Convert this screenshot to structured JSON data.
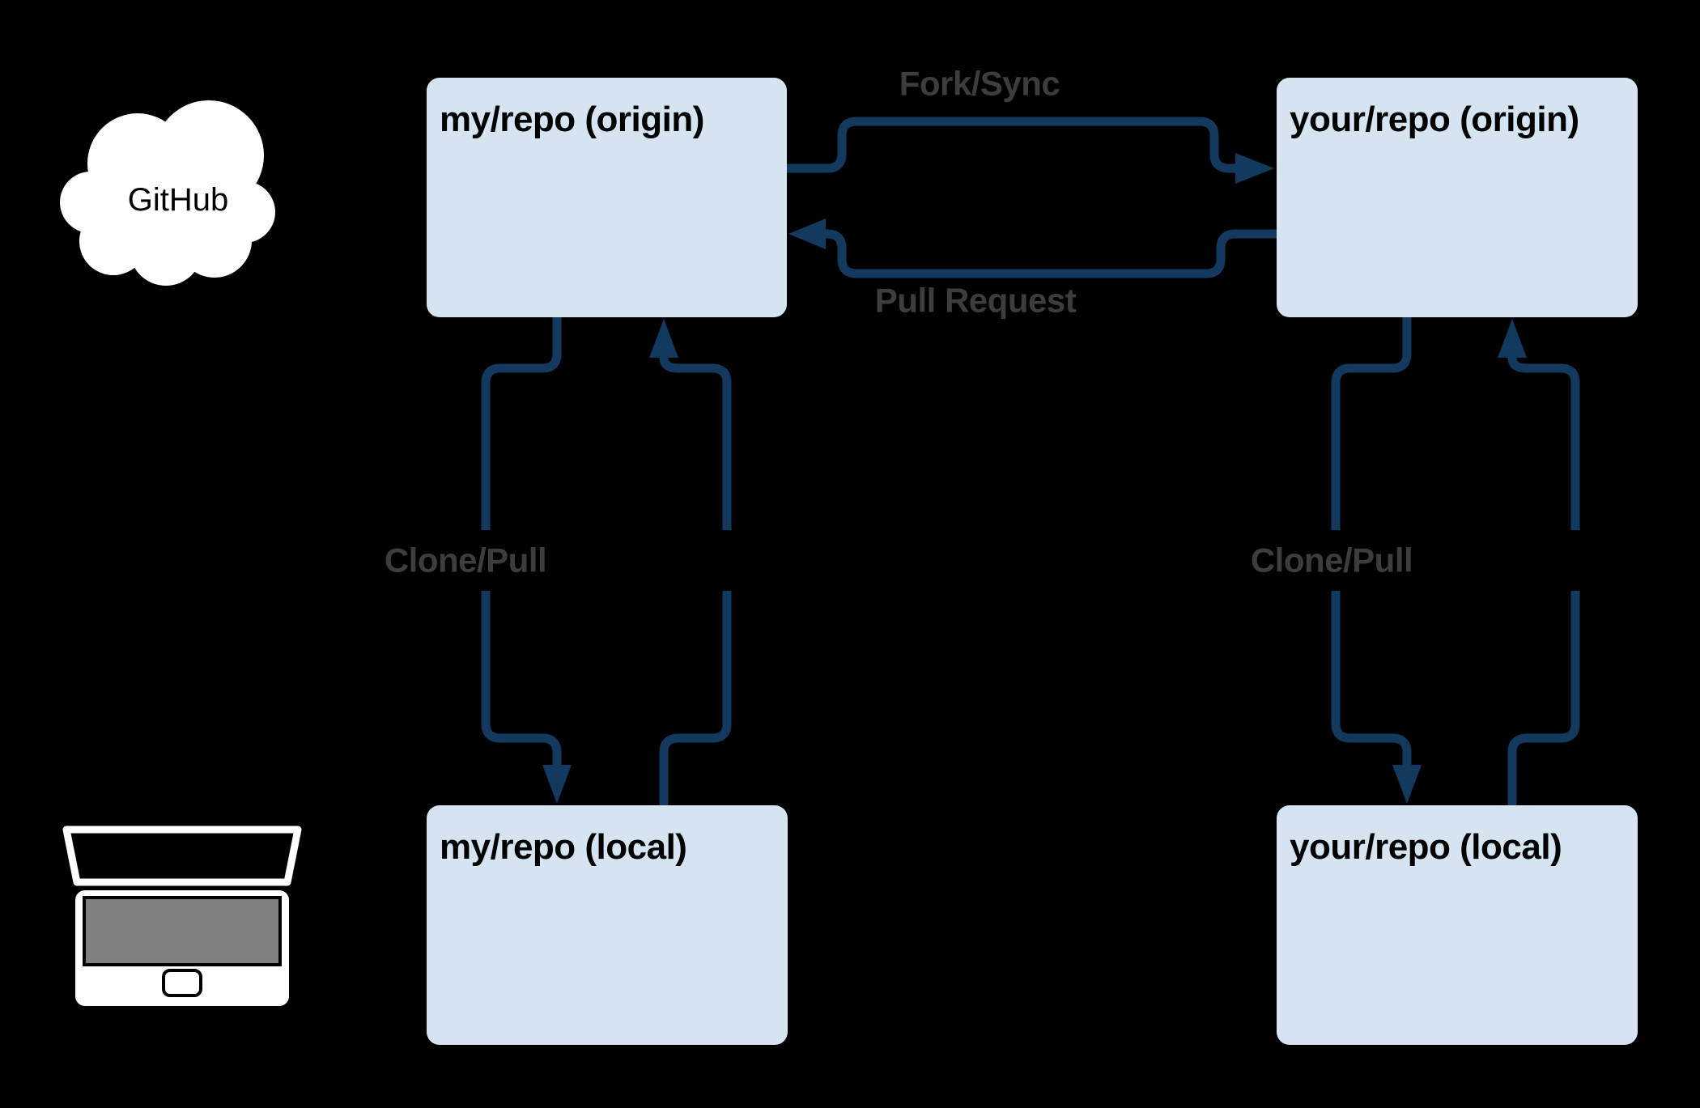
{
  "diagram": {
    "title_hint": "GitHub fork and clone workflow diagram",
    "cloud": {
      "label": "GitHub"
    },
    "nodes": [
      {
        "id": "my-repo-origin",
        "label": "my/repo (origin)"
      },
      {
        "id": "your-repo-origin",
        "label": "your/repo (origin)"
      },
      {
        "id": "my-repo-local",
        "label": "my/repo (local)"
      },
      {
        "id": "your-repo-local",
        "label": "your/repo (local)"
      }
    ],
    "edges": [
      {
        "id": "fork-sync",
        "label": "Fork/Sync"
      },
      {
        "id": "pull-request",
        "label": "Pull Request"
      },
      {
        "id": "clone-pull-left",
        "label": "Clone/Pull"
      },
      {
        "id": "clone-pull-right",
        "label": "Clone/Pull"
      }
    ],
    "colors": {
      "background": "#000000",
      "node_fill": "#d6e4f2",
      "node_text": "#000000",
      "arrow": "#14395e",
      "edge_label": "#3d3d3d",
      "cloud_fill": "#ffffff",
      "laptop_keyboard_gray": "#808080"
    }
  }
}
